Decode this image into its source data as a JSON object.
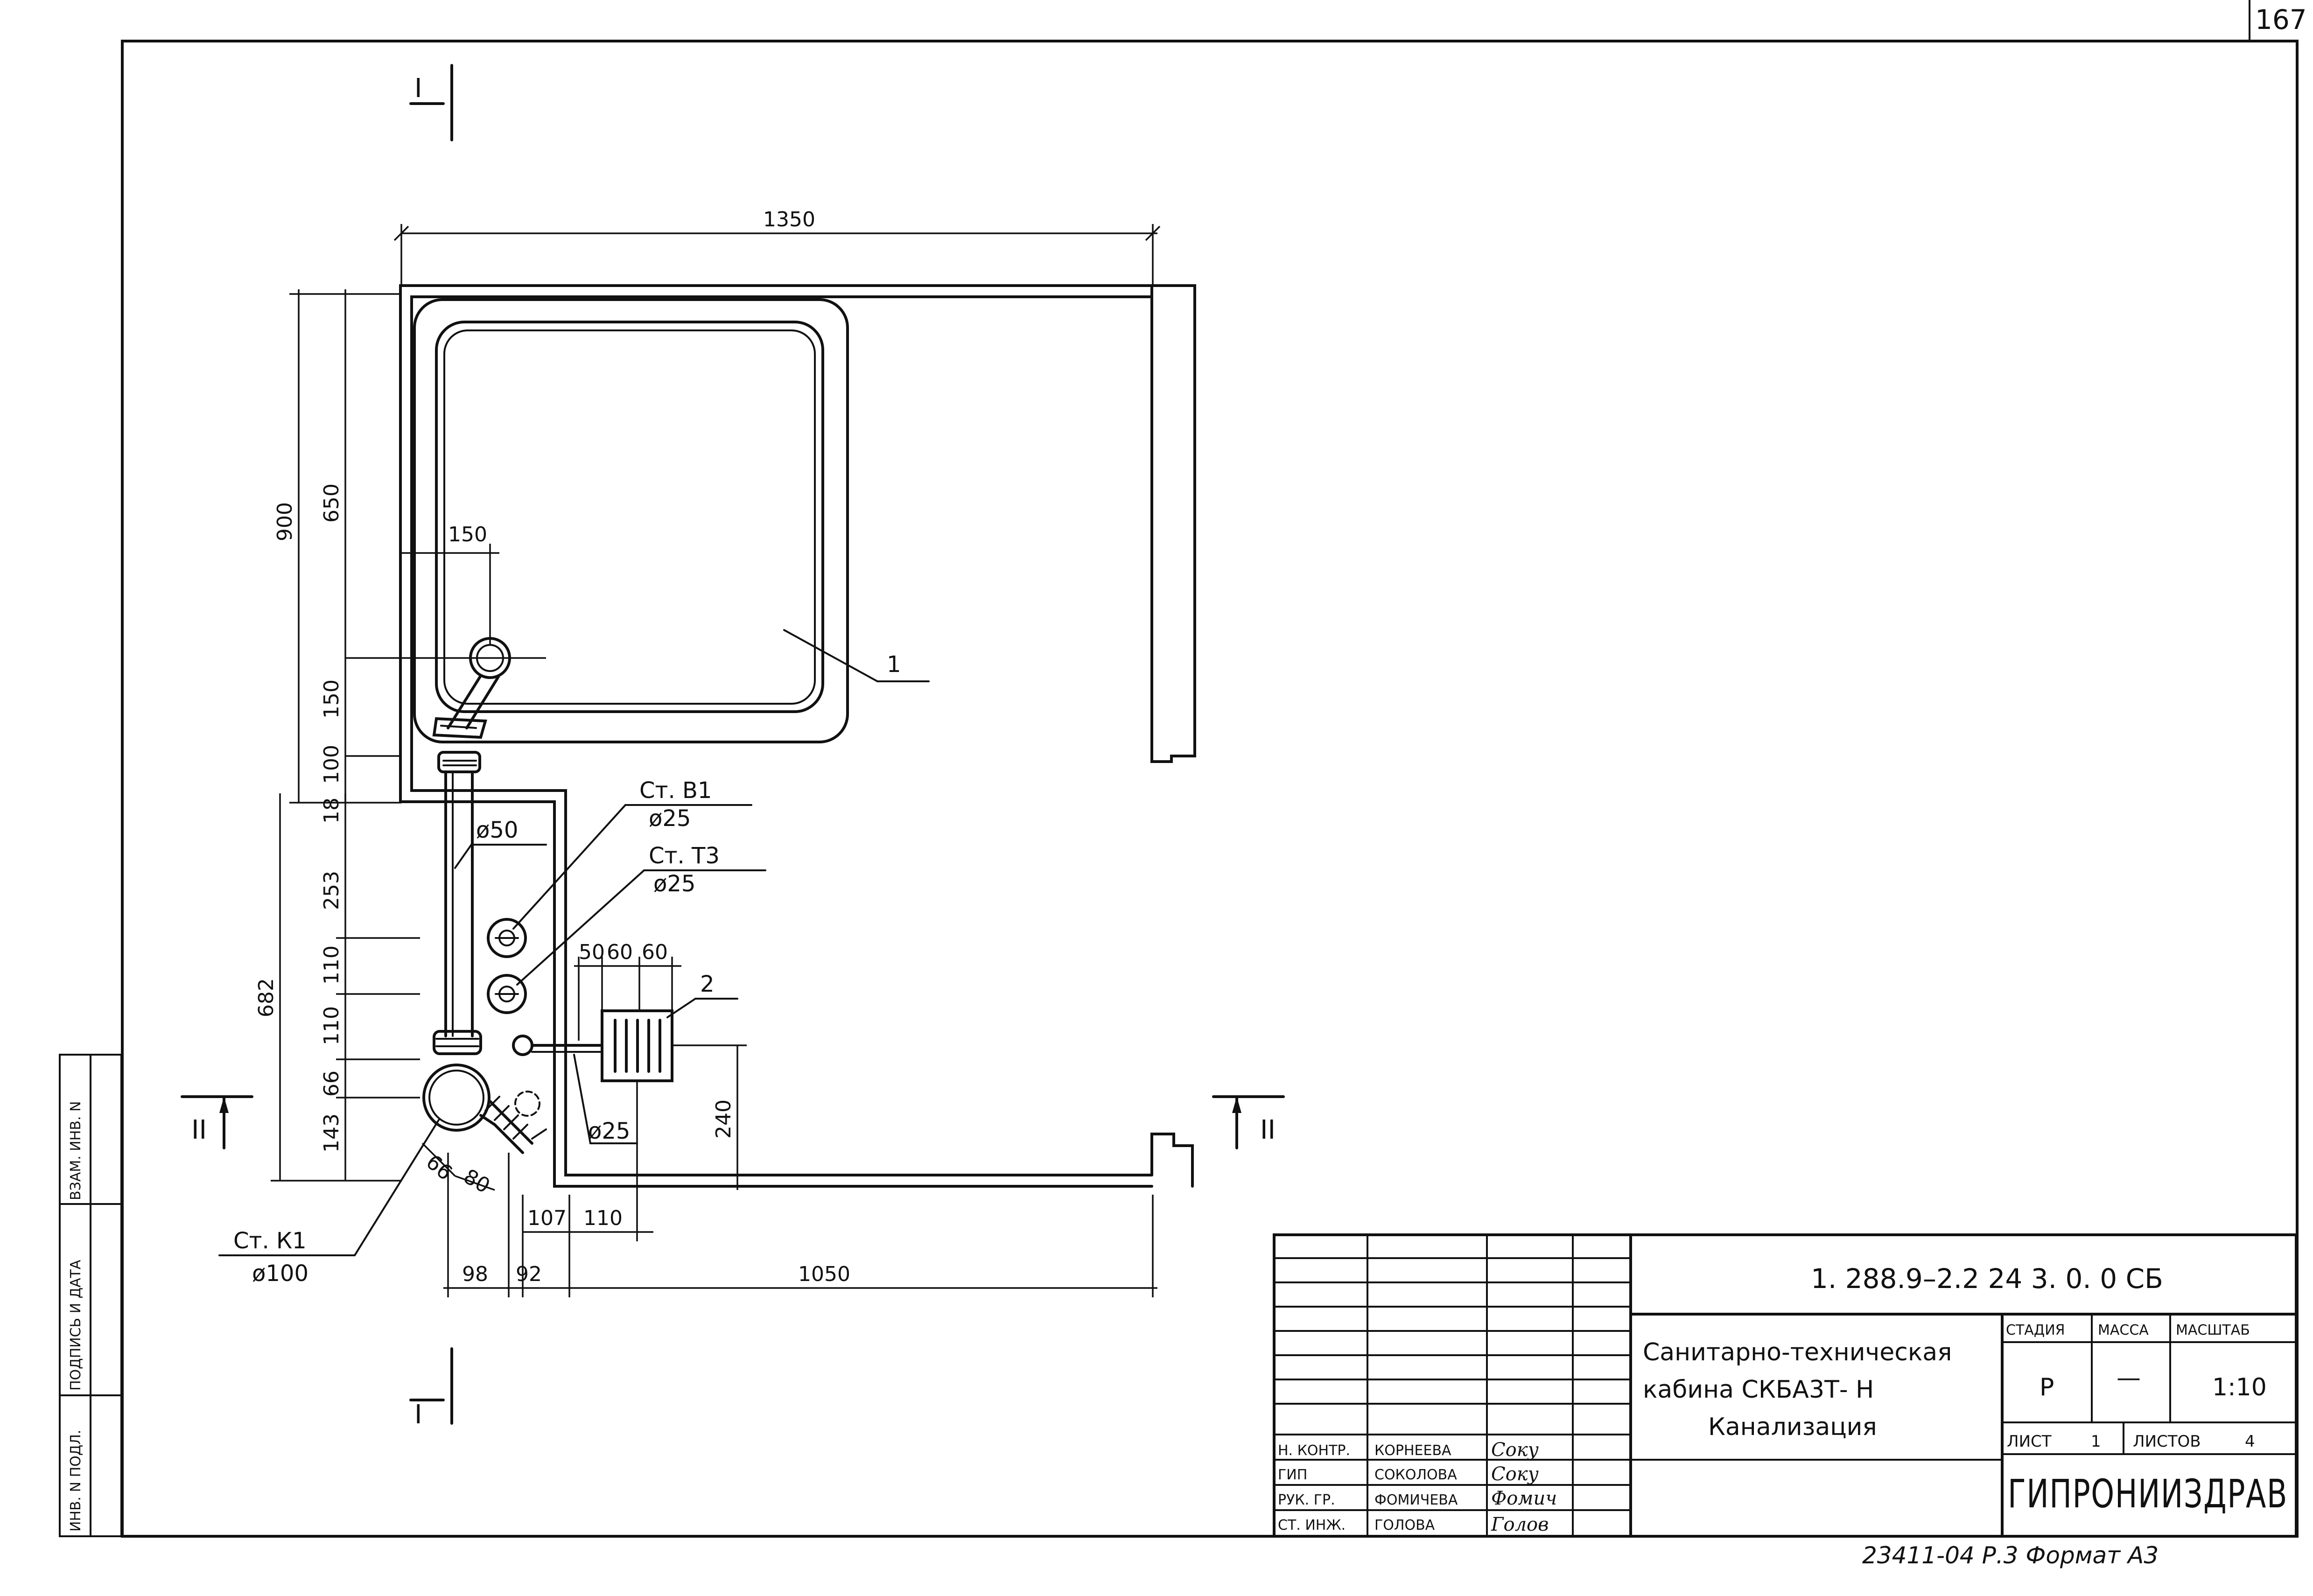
{
  "sheet_number": "167",
  "sections": {
    "section_1": "I",
    "section_2": "II"
  },
  "dimensions": {
    "top_width": "1350",
    "height_total": "900",
    "height_upper": "650",
    "height_150_left": "150",
    "offset_150_top": "150",
    "height_100": "100",
    "seg_18": "18",
    "seg_253": "253",
    "seg_110_a": "110",
    "seg_110_b": "110",
    "seg_66": "66",
    "seg_143": "143",
    "total_682": "682",
    "ladder_1": "50",
    "ladder_2": "60",
    "ladder_3": "60",
    "height_240": "240",
    "diag_66": "66",
    "diag_80": "80",
    "bottom_107": "107",
    "bottom_110": "110",
    "bottom_98": "98",
    "bottom_92": "92",
    "bottom_1050": "1050"
  },
  "labels": {
    "pipe_d50": "ø50",
    "riser_b1": "Ст. В1",
    "riser_b1_d": "ø25",
    "riser_t3": "Ст. Т3",
    "riser_t3_d": "ø25",
    "riser_k1": "Ст. К1",
    "riser_k1_d": "ø100",
    "drain_d25": "ø25",
    "callout_1": "1",
    "callout_2": "2"
  },
  "side_stamp": {
    "col1": "ИНВ. N ПОДЛ.",
    "col2": "ПОДПИСЬ И ДАТА",
    "col3": "ВЗАМ. ИНВ. N"
  },
  "title_block": {
    "doc_code": "1. 288.9–2.2  24  3. 0. 0 СБ",
    "title_line1": "Санитарно-техническая",
    "title_line2": "кабина  СКБА3Т- Н",
    "title_line3": "Канализация",
    "stage_header": "СТАДИЯ",
    "mass_header": "МАССА",
    "scale_header": "МАСШТАБ",
    "stage_value": "Р",
    "mass_value": "—",
    "scale_value": "1:10",
    "sheet_label": "ЛИСТ",
    "sheet_value": "1",
    "sheets_label": "ЛИСТОВ",
    "sheets_value": "4",
    "organization": "ГИПРОНИИЗДРАВ",
    "signatures": [
      {
        "role": "Н. КОНТР.",
        "name": "КОРНЕЕВА",
        "sign": "Соку"
      },
      {
        "role": "ГИП",
        "name": "СОКОЛОВА",
        "sign": "Соку"
      },
      {
        "role": "РУК. ГР.",
        "name": "ФОМИЧЕВА",
        "sign": "Фомич"
      },
      {
        "role": "СТ. ИНЖ.",
        "name": "ГОЛОВА",
        "sign": "Голов"
      }
    ]
  },
  "footer": "23411-04 Р.3 Формат А3"
}
